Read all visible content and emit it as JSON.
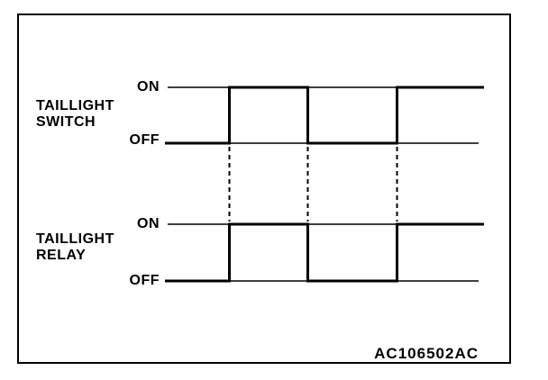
{
  "diagram": {
    "type": "timing-diagram",
    "figure_code": "AC106502AC",
    "colors": {
      "line": "#000000",
      "background": "#ffffff"
    },
    "signals": [
      {
        "name_line1": "TAILLIGHT",
        "name_line2": "SWITCH",
        "on_label": "ON",
        "off_label": "OFF",
        "state_sequence": [
          "OFF",
          "ON",
          "OFF",
          "ON"
        ]
      },
      {
        "name_line1": "TAILLIGHT",
        "name_line2": "RELAY",
        "on_label": "ON",
        "off_label": "OFF",
        "state_sequence": [
          "OFF",
          "ON",
          "OFF",
          "ON"
        ]
      }
    ],
    "dashed_connector_count": 3
  }
}
